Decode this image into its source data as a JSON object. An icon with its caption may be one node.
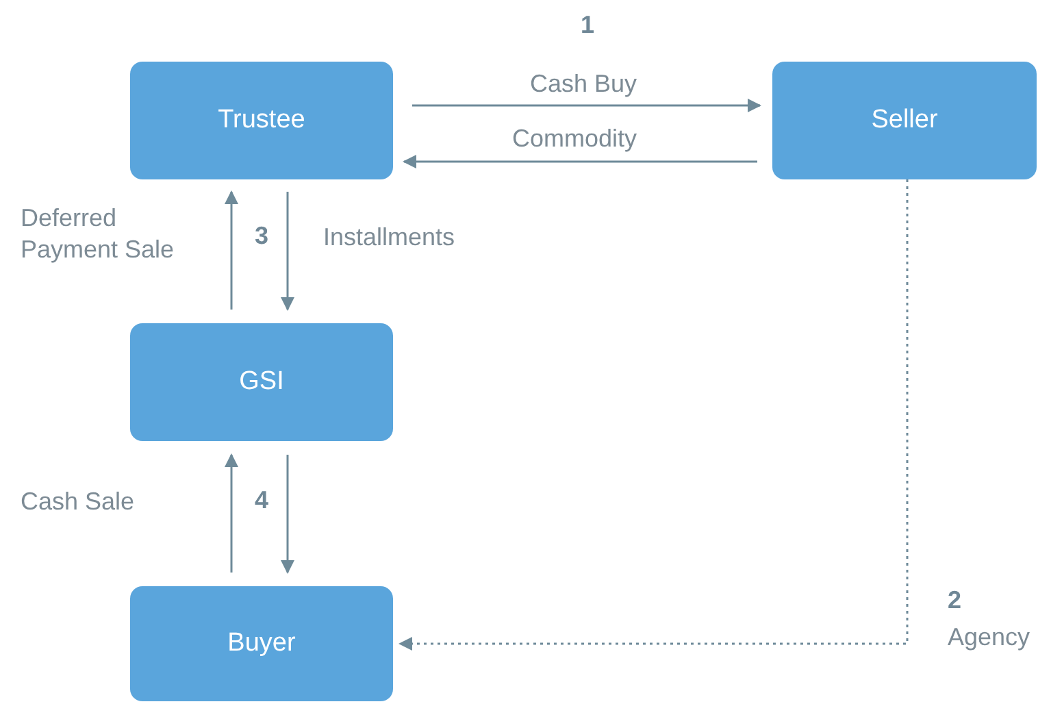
{
  "diagram": {
    "nodes": [
      {
        "text": [
          "Trustee"
        ]
      },
      {
        "text": [
          "Seller"
        ]
      },
      {
        "text": [
          "GSI"
        ]
      },
      {
        "text": [
          "Buyer"
        ]
      }
    ],
    "edges": [
      {
        "from": 0,
        "to": 1,
        "arrow": "to",
        "label": "Cash Buy"
      },
      {
        "from": 1,
        "to": 0,
        "arrow": "to",
        "label": "Commodity"
      },
      {
        "from": 2,
        "to": 0,
        "arrow": "to",
        "label": "Deferred Payment Sale"
      },
      {
        "from": 0,
        "to": 2,
        "arrow": "to",
        "label": "Installments"
      },
      {
        "from": 3,
        "to": 2,
        "arrow": "to",
        "label": "Cash Sale"
      },
      {
        "from": 2,
        "to": 3,
        "arrow": "to"
      },
      {
        "from": 1,
        "to": 3,
        "arrow": "to",
        "label": "Agency",
        "style": "dashed"
      }
    ],
    "labels": [
      "1",
      "3",
      "4",
      "2"
    ]
  }
}
